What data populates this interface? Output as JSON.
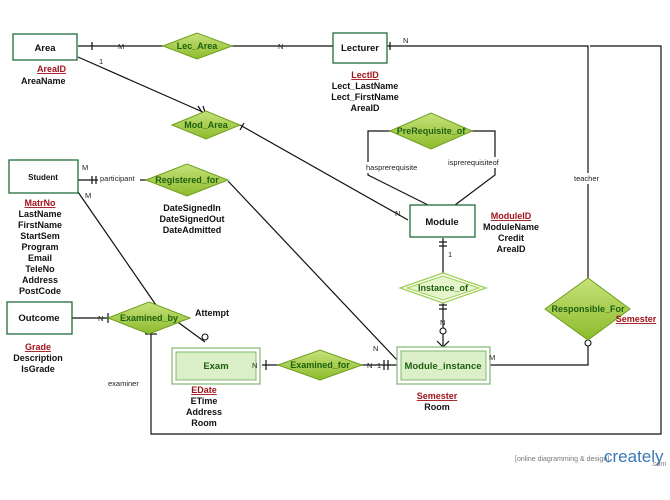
{
  "entities": {
    "area": {
      "name": "Area",
      "attributes": [
        "AreaID",
        "AreaName"
      ]
    },
    "lecturer": {
      "name": "Lecturer",
      "attributes": [
        "LectID",
        "Lect_LastName",
        "Lect_FirstName",
        "AreaID"
      ]
    },
    "student": {
      "name": "Student",
      "attributes": [
        "MatrNo",
        "LastName",
        "FirstName",
        "StartSem",
        "Program",
        "Email",
        "TeleNo",
        "Address",
        "PostCode"
      ]
    },
    "module": {
      "name": "Module",
      "attributes": [
        "ModuleID",
        "ModuleName",
        "Credit",
        "AreaID"
      ]
    },
    "outcome": {
      "name": "Outcome",
      "attributes": [
        "Grade",
        "Description",
        "IsGrade"
      ]
    },
    "exam": {
      "name": "Exam",
      "attributes": [
        "EDate",
        "ETime",
        "Address",
        "Room"
      ]
    },
    "module_instance": {
      "name": "Module_instance",
      "attributes": [
        "Semester",
        "Room"
      ]
    }
  },
  "relationships": {
    "lec_area": {
      "name": "Lec_Area"
    },
    "mod_area": {
      "name": "Mod_Area"
    },
    "prerequisite_of": {
      "name": "PreRequisite_of"
    },
    "registered_for": {
      "name": "Registered_for",
      "attributes": [
        "DateSignedIn",
        "DateSignedOut",
        "DateAdmitted"
      ]
    },
    "instance_of": {
      "name": "Instance_of"
    },
    "responsible_for": {
      "name": "Responsible_For",
      "attributes": [
        "Semester"
      ]
    },
    "examined_by": {
      "name": "Examined_by",
      "attributes": [
        "Attempt"
      ]
    },
    "examined_for": {
      "name": "Examined_for"
    }
  },
  "cardinalities": {
    "area_lec_area": "M",
    "lec_area_lecturer": "N",
    "lecturer_right": "N",
    "area_mod_area": "1",
    "mod_area_module": "N",
    "student_top": "M",
    "student_right": "M",
    "registered_instance": "N",
    "module_instance_of": "1",
    "instance_of_mi": "N",
    "mi_responsible": "M",
    "exam_left": "N",
    "mi_left": "1",
    "exam_examined_for": "N",
    "outcome_right": "N"
  },
  "roles": {
    "participant": "participant",
    "teacher": "teacher",
    "hasprerequisite": "hasprerequisite",
    "isprerequisiteof": "isprerequisiteof",
    "examiner": "examiner"
  },
  "watermark": {
    "tagline": "[online diagramming & design]",
    "brand": "creately",
    "suffix": ".com"
  }
}
